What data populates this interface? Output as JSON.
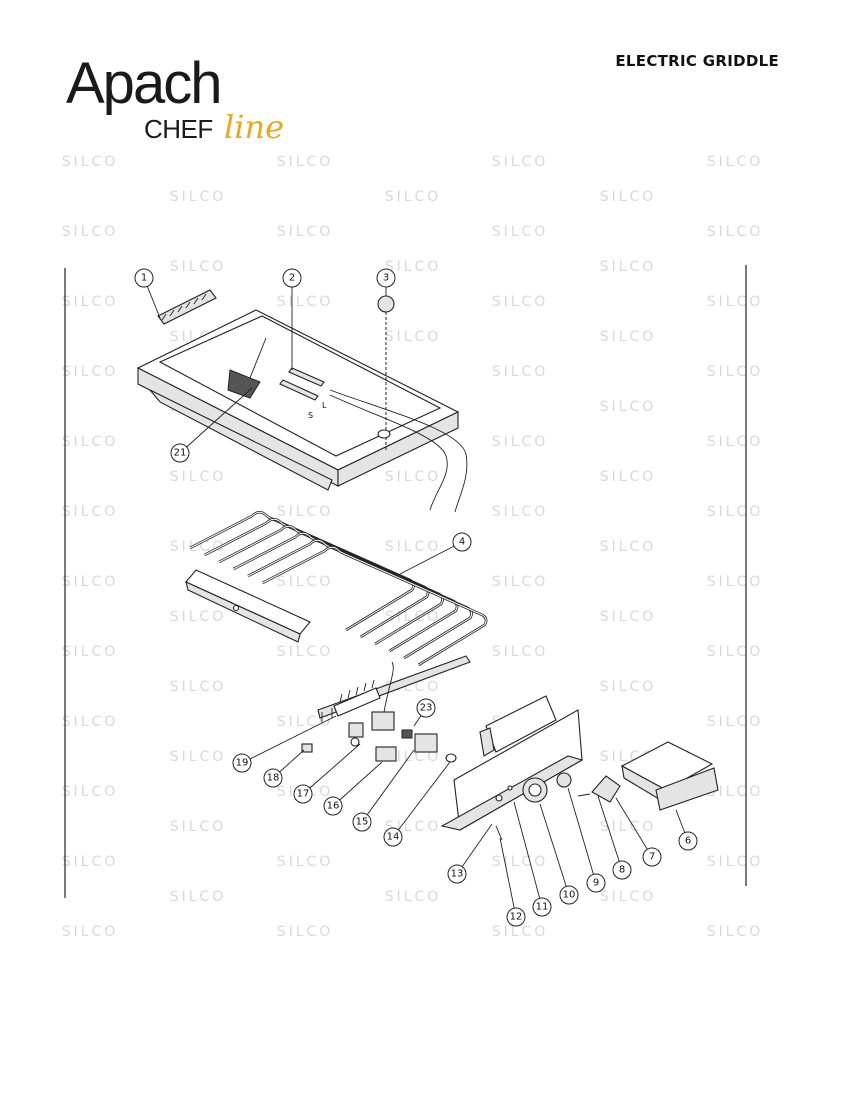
{
  "logo": {
    "brand": "Apach",
    "sub_a": "CHEF",
    "sub_b": "line"
  },
  "document": {
    "title": "ELECTRIC GRIDDLE"
  },
  "watermark": {
    "text": "SILCO"
  },
  "markings": {
    "long": "L",
    "short": "S"
  },
  "callouts": [
    "1",
    "2",
    "3",
    "4",
    "6",
    "7",
    "8",
    "9",
    "10",
    "11",
    "12",
    "13",
    "14",
    "15",
    "16",
    "17",
    "18",
    "19",
    "21",
    "23"
  ],
  "colors": {
    "accent": "#e6a91f",
    "ink": "#1a1a1a",
    "watermark": "#d8d8d8"
  }
}
